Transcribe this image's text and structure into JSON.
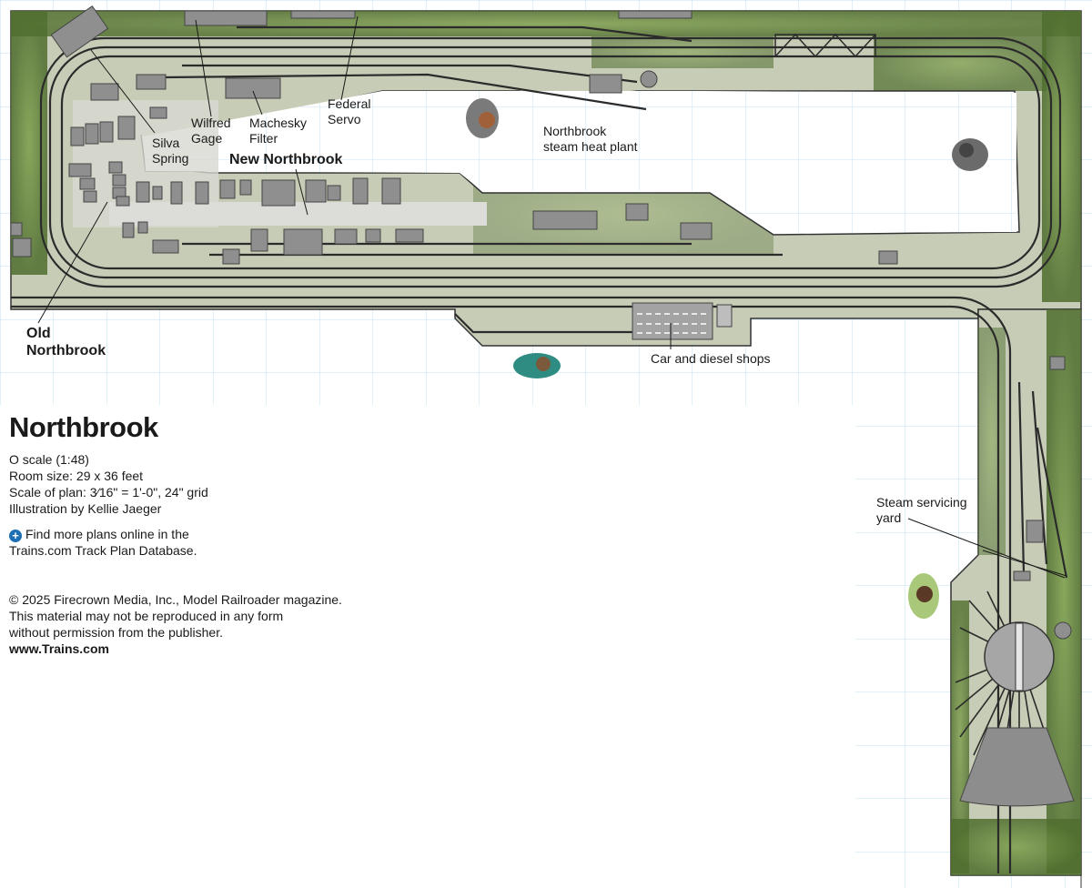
{
  "labels": {
    "silva_spring": [
      "Silva",
      "Spring"
    ],
    "wilfred_gage": [
      "Wilfred",
      "Gage"
    ],
    "machesky_filter": [
      "Machesky",
      "Filter"
    ],
    "federal_servo": [
      "Federal",
      "Servo"
    ],
    "new_northbrook": "New Northbrook",
    "northbrook_steam_heat_plant": [
      "Northbrook",
      "steam heat plant"
    ],
    "old_northbrook": [
      "Old",
      "Northbrook"
    ],
    "car_and_diesel_shops": "Car and diesel shops",
    "steam_servicing_yard": [
      "Steam servicing",
      "yard"
    ]
  },
  "info": {
    "title": "Northbrook",
    "scale": "O scale (1:48)",
    "room_size": "Room size: 29 x 36 feet",
    "plan_scale": "Scale of plan: 3⁄16\" = 1'-0\", 24\" grid",
    "illustration": "Illustration by Kellie Jaeger",
    "more_plans_line1": "Find more plans online in the",
    "more_plans_line2": "Trains.com Track Plan Database.",
    "copyright_line1": "© 2025 Firecrown Media, Inc., Model Railroader magazine.",
    "copyright_line2": "This material may not be reproduced in any form",
    "copyright_line3": "without permission from the publisher.",
    "website": "www.Trains.com"
  },
  "icons": {
    "more_plans": "plus-circle-icon"
  },
  "colors": {
    "grid": "#bfe0f2",
    "benchwork": "#c9cdb9",
    "scenery_green": "#6e8f45",
    "track": "#2b2b2b",
    "building": "#8c8c8c",
    "accent_blue": "#1f6fb5"
  }
}
